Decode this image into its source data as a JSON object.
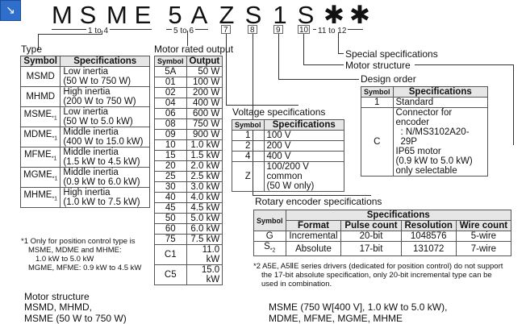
{
  "model_code": {
    "chars": [
      "M",
      "S",
      "M",
      "E",
      "5",
      "A",
      "Z",
      "S",
      "1",
      "S",
      "✱",
      "✱"
    ],
    "positions": [
      "1 to 4",
      "5 to 6",
      "7",
      "8",
      "9",
      "10",
      "11 to 12"
    ]
  },
  "type_section": {
    "title": "Type",
    "headers": [
      "Symbol",
      "Specifications"
    ],
    "rows": [
      {
        "symbol": "MSMD",
        "spec1": "Low inertia",
        "spec2": "(50 W to 750 W)",
        "note": ""
      },
      {
        "symbol": "MHMD",
        "spec1": "High inertia",
        "spec2": "(200 W to 750 W)",
        "note": ""
      },
      {
        "symbol": "MSME",
        "spec1": "Low inertia",
        "spec2": "(50 W to 5.0 kW)",
        "note": "*1"
      },
      {
        "symbol": "MDME",
        "spec1": "Middle inertia",
        "spec2": "(400 W to 15.0 kW)",
        "note": "*1"
      },
      {
        "symbol": "MFME",
        "spec1": "Middle inertia",
        "spec2": "(1.5 kW to 4.5 kW)",
        "note": "*1"
      },
      {
        "symbol": "MGME",
        "spec1": "Middle inertia",
        "spec2": "(0.9 kW to 6.0 kW)",
        "note": "*1"
      },
      {
        "symbol": "MHME",
        "spec1": "High inertia",
        "spec2": "(1.0 kW to 7.5 kW)",
        "note": "*1"
      }
    ],
    "footnote": [
      "*1 Only for position control type is",
      "MSME, MDME and MHME:",
      "1.0 kW to 5.0 kW",
      "MGME, MFME: 0.9 kW to 4.5 kW"
    ]
  },
  "output_section": {
    "title": "Motor rated output",
    "headers": [
      "Symbol",
      "Output"
    ],
    "rows": [
      [
        "5A",
        "50 W"
      ],
      [
        "01",
        "100 W"
      ],
      [
        "02",
        "200 W"
      ],
      [
        "04",
        "400 W"
      ],
      [
        "06",
        "600 W"
      ],
      [
        "08",
        "750 W"
      ],
      [
        "09",
        "900 W"
      ],
      [
        "10",
        "1.0 kW"
      ],
      [
        "15",
        "1.5 kW"
      ],
      [
        "20",
        "2.0 kW"
      ],
      [
        "25",
        "2.5 kW"
      ],
      [
        "30",
        "3.0 kW"
      ],
      [
        "40",
        "4.0 kW"
      ],
      [
        "45",
        "4.5 kW"
      ],
      [
        "50",
        "5.0 kW"
      ],
      [
        "60",
        "6.0 kW"
      ],
      [
        "75",
        "7.5 kW"
      ],
      [
        "C1",
        "11.0 kW"
      ],
      [
        "C5",
        "15.0 kW"
      ]
    ]
  },
  "voltage_section": {
    "title": "Voltage specifications",
    "headers": [
      "Symbol",
      "Specifications"
    ],
    "rows": [
      {
        "symbol": "1",
        "spec": "100 V"
      },
      {
        "symbol": "2",
        "spec": "200 V"
      },
      {
        "symbol": "4",
        "spec": "400 V"
      },
      {
        "symbol": "Z",
        "spec": "100/200 V common",
        "spec2": "(50 W only)"
      }
    ]
  },
  "labels": {
    "special": "Special specifications",
    "structure": "Motor structure",
    "design": "Design order"
  },
  "design_section": {
    "headers": [
      "Symbol",
      "Specifications"
    ],
    "rows": [
      {
        "symbol": "1",
        "lines": [
          "Standard"
        ]
      },
      {
        "symbol": "C",
        "lines": [
          "Connector for encoder",
          ": N/MS3102A20-29P",
          "IP65 motor",
          "(0.9 kW to 5.0 kW)",
          "only selectable"
        ]
      }
    ]
  },
  "encoder_section": {
    "title": "Rotary encoder specifications",
    "group_header": "Specifications",
    "headers": [
      "Symbol",
      "Format",
      "Pulse count",
      "Resolution",
      "Wire count"
    ],
    "rows": [
      {
        "symbol": "G",
        "note": "",
        "cells": [
          "Incremental",
          "20-bit",
          "1048576",
          "5-wire"
        ]
      },
      {
        "symbol": "S",
        "note": "*2",
        "cells": [
          "Absolute",
          "17-bit",
          "131072",
          "7-wire"
        ]
      }
    ],
    "footnote": [
      "*2 A5E, A5ⅡE series drivers (dedicated for position control) do not support",
      "the 17-bit absolute specification, only 20-bit incremental type can be",
      "used in combination."
    ]
  },
  "bottom": {
    "title": "Motor structure",
    "left": [
      "MSMD, MHMD,",
      "MSME (50 W to 750 W)"
    ],
    "right": [
      "MSME (750 W[400 V], 1.0 kW to 5.0 kW),",
      "MDME, MFME, MGME, MHME"
    ]
  }
}
